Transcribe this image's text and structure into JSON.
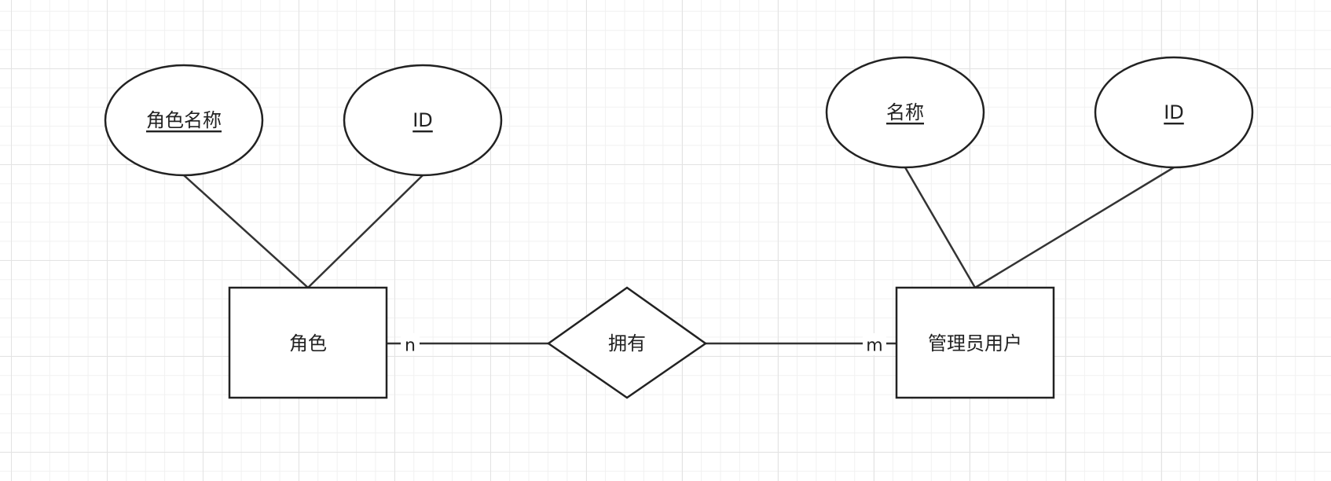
{
  "entities": {
    "role": {
      "label": "角色"
    },
    "admin": {
      "label": "管理员用户"
    }
  },
  "relationship": {
    "label": "拥有"
  },
  "attributes": {
    "role_name": {
      "label": "角色名称"
    },
    "role_id": {
      "label": "ID"
    },
    "admin_name": {
      "label": "名称"
    },
    "admin_id": {
      "label": "ID"
    }
  },
  "cardinality": {
    "role_side": "n",
    "admin_side": "m"
  },
  "colors": {
    "stroke": "#222222",
    "grid_major": "#e3e3e3",
    "grid_minor": "#f1f1f1",
    "background": "#ffffff"
  }
}
